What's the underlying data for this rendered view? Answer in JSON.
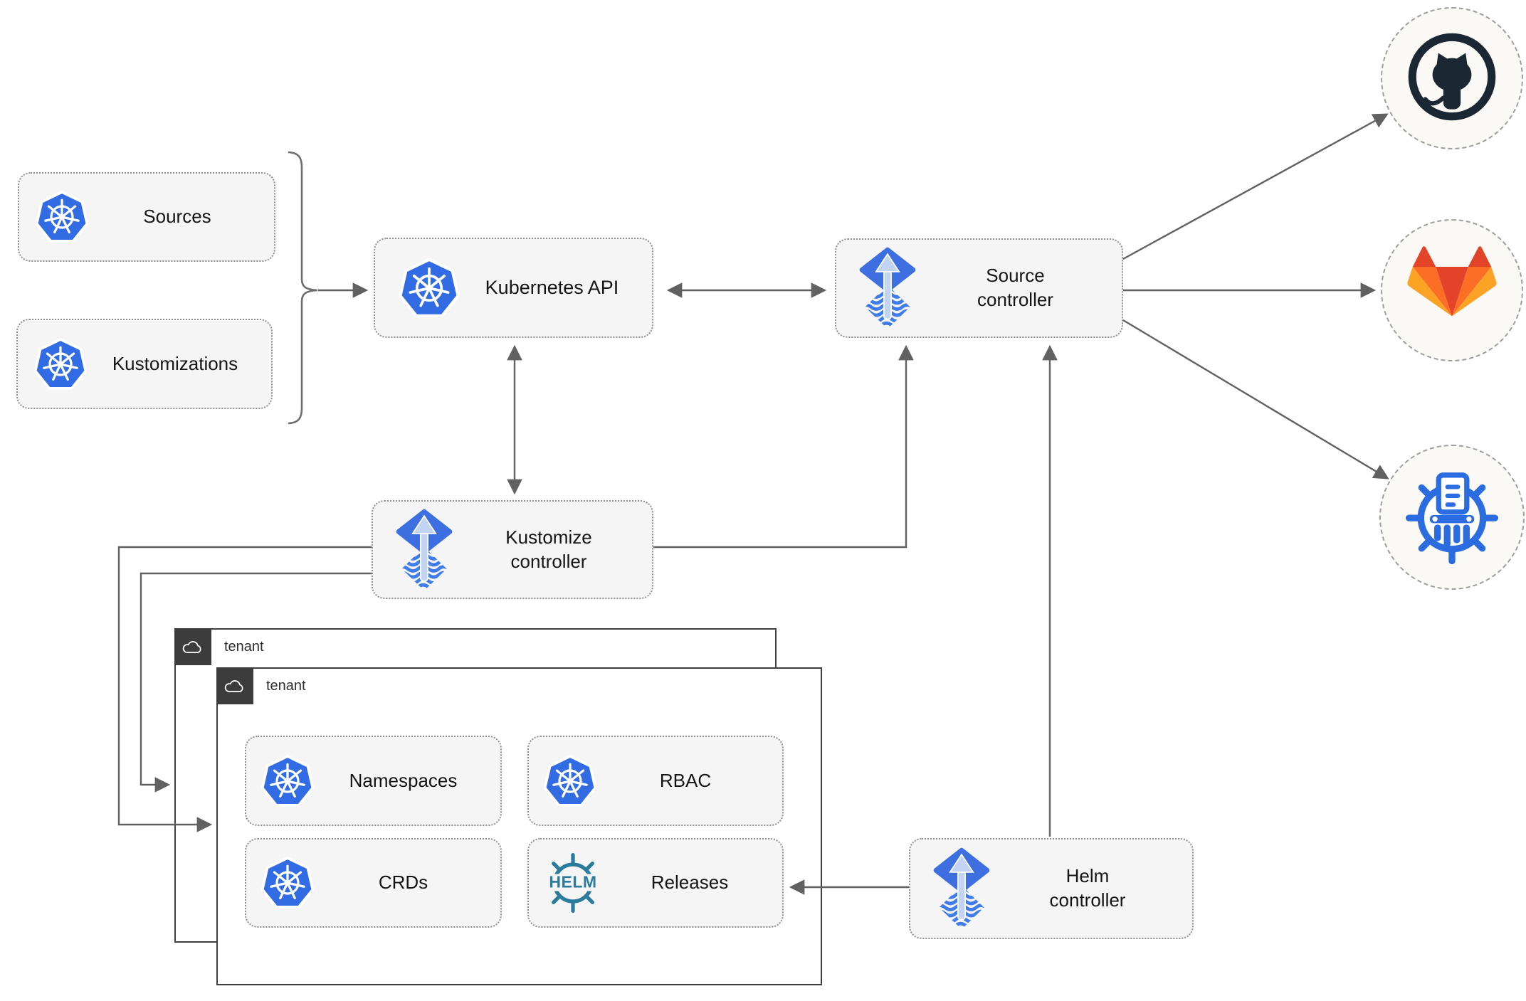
{
  "nodes": {
    "sources": {
      "label": "Sources"
    },
    "kustomizations": {
      "label": "Kustomizations"
    },
    "kubernetes_api": {
      "label": "Kubernetes API"
    },
    "source_controller": {
      "line1": "Source",
      "line2": "controller"
    },
    "kustomize_controller": {
      "line1": "Kustomize",
      "line2": "controller"
    },
    "helm_controller": {
      "line1": "Helm",
      "line2": "controller"
    },
    "namespaces": {
      "label": "Namespaces"
    },
    "rbac": {
      "label": "RBAC"
    },
    "crds": {
      "label": "CRDs"
    },
    "releases": {
      "label": "Releases",
      "logo_text": "HELM"
    }
  },
  "groups": {
    "tenant_back": {
      "label": "tenant"
    },
    "tenant_front": {
      "label": "tenant"
    }
  },
  "icons": {
    "kubernetes": "kubernetes-wheel-heptagon",
    "flux": "flux-diamond-up-arrow",
    "helm": "helm-ship-wheel",
    "github": "github-octocat",
    "gitlab": "gitlab-tanuki-fox",
    "registry": "manifest-registry-wheel",
    "cloud": "cloud-outline"
  },
  "colors": {
    "kubernetes_blue": "#326CE5",
    "flux_blue": "#3D6FE0",
    "flux_arrow_light": "#C3D4F2",
    "helm_teal": "#2B7C9C",
    "github_dark": "#1B2733",
    "gitlab_red": "#E24329",
    "gitlab_orange": "#FC6D26",
    "gitlab_yellow": "#FCA326",
    "arrow_gray": "#616161",
    "node_fill": "#F5F5F5",
    "tenant_header_dark": "#3C3C3C"
  }
}
